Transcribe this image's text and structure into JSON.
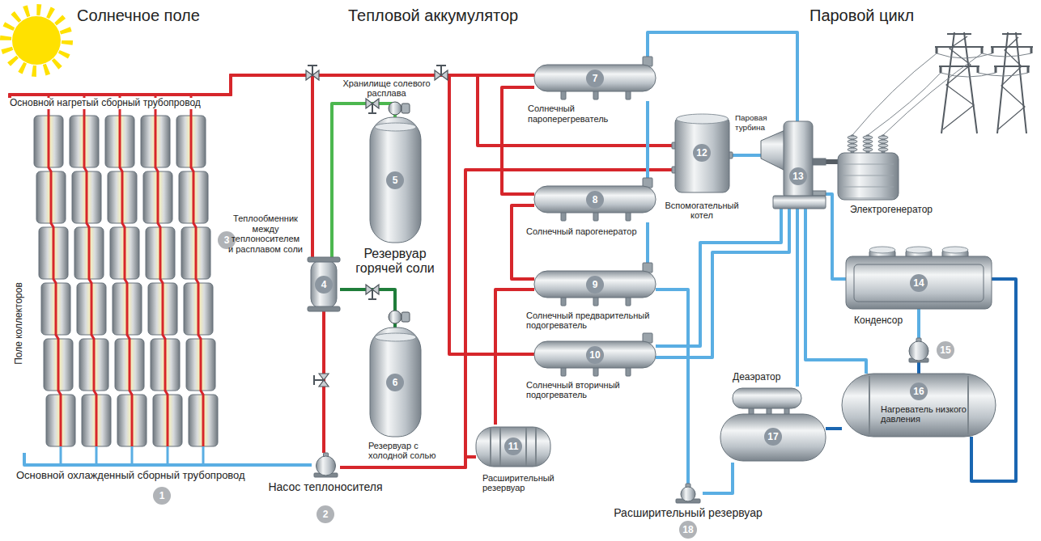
{
  "diagram": {
    "nodes": [
      {
        "text": [
          "Поле коллекторов",
          "3"
        ]
      },
      {
        "text": [
          "Насос теплоносителя",
          "2"
        ]
      },
      {
        "text": [
          "Теплообменник между теплоносителем и расплавом соли",
          "4"
        ]
      },
      {
        "text": [
          "5",
          "Резервуар горячей соли"
        ]
      },
      {
        "text": [
          "6",
          "Резервуар с холодной солью"
        ]
      },
      {
        "text": [
          "7",
          "Солнечный пароперегреватель"
        ]
      },
      {
        "text": [
          "8",
          "Солнечный парогенератор"
        ]
      },
      {
        "text": [
          "9",
          "Солнечный предварительный подогреватель"
        ]
      },
      {
        "text": [
          "10",
          "Солнечный вторичный подогреватель"
        ]
      },
      {
        "text": [
          "11",
          "Расширительный резервуар"
        ]
      },
      {
        "text": [
          "12",
          "Вспомогательный котел"
        ]
      },
      {
        "text": [
          "Паровая турбина",
          "13"
        ]
      },
      {
        "text": [
          "Электрогенератор"
        ]
      },
      {
        "text": [
          "14",
          "Конденсор"
        ]
      },
      {
        "text": [
          "15"
        ]
      },
      {
        "text": [
          "16",
          "Нагреватель низкого давления"
        ]
      },
      {
        "text": [
          "Деаэратор",
          "17"
        ]
      },
      {
        "text": [
          "Расширительный резервуар",
          "18"
        ]
      }
    ],
    "edges": [
      {
        "from": 0,
        "to": 5,
        "arrow": "none",
        "label": "Основной нагретый сборный трубопровод"
      },
      {
        "from": 0,
        "to": 2,
        "arrow": "none"
      },
      {
        "from": 0,
        "to": 10,
        "arrow": "none"
      },
      {
        "from": 0,
        "to": 8,
        "arrow": "none"
      },
      {
        "from": 1,
        "to": 0,
        "arrow": "none",
        "label": "Основной охлажденный сборный трубопровод"
      },
      {
        "from": 2,
        "to": 1,
        "arrow": "none"
      },
      {
        "from": 2,
        "to": 3,
        "arrow": "none"
      },
      {
        "from": 2,
        "to": 4,
        "arrow": "none"
      },
      {
        "from": 5,
        "to": 6,
        "arrow": "none"
      },
      {
        "from": 6,
        "to": 7,
        "arrow": "none"
      },
      {
        "from": 7,
        "to": 9,
        "arrow": "none"
      },
      {
        "from": 9,
        "to": 1,
        "arrow": "none"
      },
      {
        "from": 10,
        "to": 1,
        "arrow": "none"
      },
      {
        "from": 5,
        "to": 11,
        "arrow": "none"
      },
      {
        "from": 6,
        "to": 5,
        "arrow": "none"
      },
      {
        "from": 7,
        "to": 6,
        "arrow": "none"
      },
      {
        "from": 10,
        "to": 11,
        "arrow": "none"
      },
      {
        "from": 11,
        "to": 8,
        "arrow": "none"
      },
      {
        "from": 8,
        "to": 11,
        "arrow": "none"
      },
      {
        "from": 11,
        "to": 12,
        "arrow": "none"
      },
      {
        "from": 11,
        "to": 13,
        "arrow": "none"
      },
      {
        "from": 13,
        "to": 14,
        "arrow": "none"
      },
      {
        "from": 14,
        "to": 15,
        "arrow": "none"
      },
      {
        "from": 13,
        "to": 15,
        "arrow": "none"
      },
      {
        "from": 11,
        "to": 15,
        "arrow": "none"
      },
      {
        "from": 11,
        "to": 16,
        "arrow": "none"
      },
      {
        "from": 15,
        "to": 16,
        "arrow": "none"
      },
      {
        "from": 16,
        "to": 17,
        "arrow": "none"
      },
      {
        "from": 17,
        "to": 7,
        "arrow": "none"
      }
    ],
    "labels": [
      "Солнечное поле",
      "Тепловой аккумулятор",
      "Паровой цикл",
      "Хранилище солевого расплава",
      "1"
    ]
  }
}
